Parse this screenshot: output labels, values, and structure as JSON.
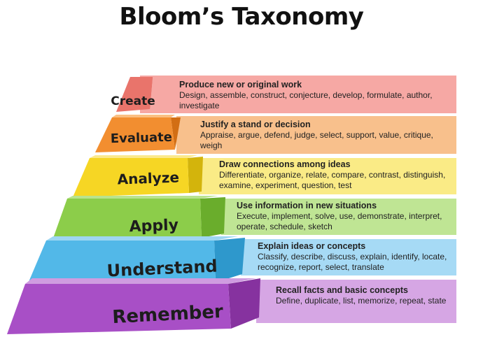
{
  "title": "Bloom’s Taxonomy",
  "levels": [
    {
      "name": "Create",
      "heading": "Produce new or original work",
      "verbs": "Design, assemble, construct, conjecture, develop, formulate, author, investigate",
      "colors": {
        "band": "#f6a8a4",
        "front": "#e9746b",
        "side": "#c9544c",
        "top": "#f3b8b0"
      }
    },
    {
      "name": "Evaluate",
      "heading": "Justify a stand or decision",
      "verbs": "Appraise, argue, defend, judge, select, support, value, critique, weigh",
      "colors": {
        "band": "#f8c08c",
        "front": "#f28e30",
        "side": "#d26e14",
        "top": "#fbbf82"
      }
    },
    {
      "name": "Analyze",
      "heading": "Draw connections among ideas",
      "verbs": "Differentiate, organize, relate, compare, contrast, distinguish, examine, experiment, question, test",
      "colors": {
        "band": "#faeb86",
        "front": "#f6d624",
        "side": "#d3b40c",
        "top": "#fbe98c"
      }
    },
    {
      "name": "Apply",
      "heading": "Use information in new situations",
      "verbs": "Execute, implement, solve, use, demonstrate, interpret, operate, schedule, sketch",
      "colors": {
        "band": "#bfe594",
        "front": "#8ccd4a",
        "side": "#6aad2c",
        "top": "#b9e38e"
      }
    },
    {
      "name": "Understand",
      "heading": "Explain ideas or concepts",
      "verbs": "Classify, describe, discuss, explain, identify, locate, recognize, report, select, translate",
      "colors": {
        "band": "#a6daf5",
        "front": "#52b8e8",
        "side": "#2e98cc",
        "top": "#9ed6f2"
      }
    },
    {
      "name": "Remember",
      "heading": "Recall facts and basic concepts",
      "verbs": "Define, duplicate, list, memorize, repeat, state",
      "colors": {
        "band": "#d6a6e4",
        "front": "#a84fc6",
        "side": "#86329f",
        "top": "#cf9ce0"
      }
    }
  ]
}
